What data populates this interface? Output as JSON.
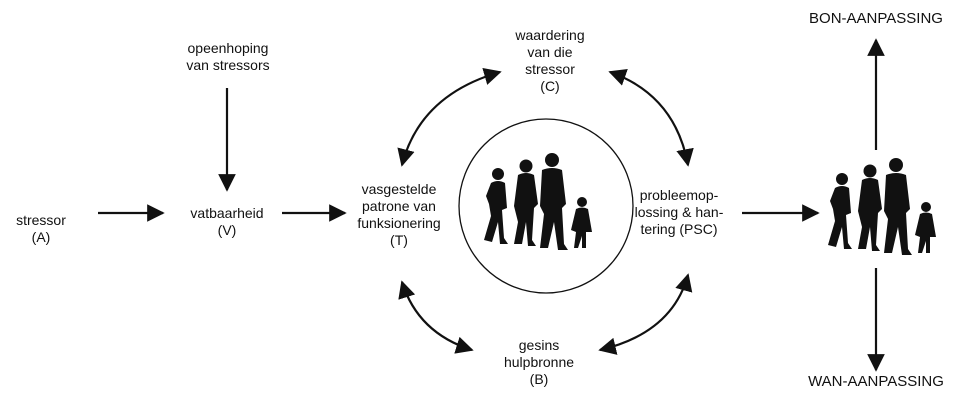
{
  "labels": {
    "stressor": [
      "stressor",
      "(A)"
    ],
    "accumulation": [
      "opeenhoping",
      "van stressors"
    ],
    "vulnerability": [
      "vatbaarheid",
      "(V)"
    ],
    "patterns": [
      "vasgestelde",
      "patrone van",
      "funksionering",
      "(T)"
    ],
    "appraisal": [
      "waardering",
      "van die",
      "stressor",
      "(C)"
    ],
    "problem_solving": [
      "probleemop-",
      "lossing & han-",
      "tering (PSC)"
    ],
    "resources": [
      "gesins",
      "hulpbronne",
      "(B)"
    ],
    "good_adaptation": "BON-AANPASSING",
    "bad_adaptation": "WAN-AANPASSING"
  },
  "icons": [
    "family-silhouette-icon"
  ],
  "colors": {
    "ink": "#111111",
    "background": "#ffffff"
  }
}
